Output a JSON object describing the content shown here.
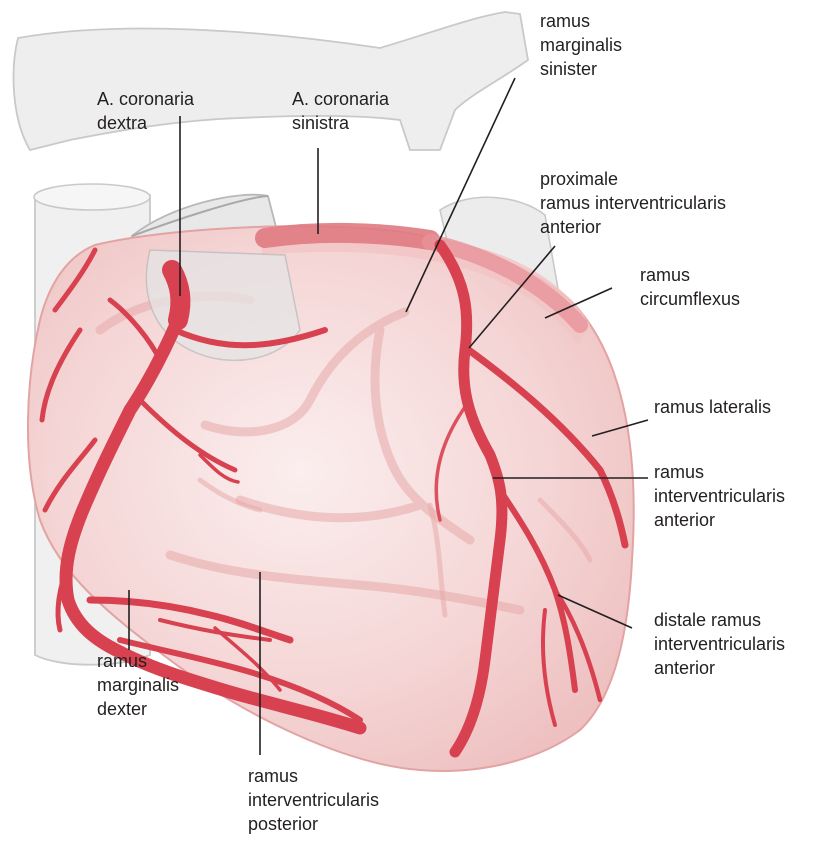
{
  "labels": {
    "a_coronaria_dextra": [
      "A. coronaria",
      "dextra"
    ],
    "a_coronaria_sinistra": [
      "A. coronaria",
      "sinistra"
    ],
    "ramus_marginalis_sinister": [
      "ramus",
      "marginalis",
      "sinister"
    ],
    "proximale_riva": [
      "proximale",
      "ramus interventricularis",
      "anterior"
    ],
    "ramus_circumflexus": [
      "ramus",
      "circumflexus"
    ],
    "ramus_lateralis": [
      "ramus lateralis"
    ],
    "ramus_interventricularis_anterior": [
      "ramus",
      "interventricularis",
      "anterior"
    ],
    "distale_riva": [
      "distale ramus",
      "interventricularis",
      "anterior"
    ],
    "ramus_marginalis_dexter": [
      "ramus",
      "marginalis",
      "dexter"
    ],
    "ramus_interventricularis_posterior": [
      "ramus",
      "interventricularis",
      "posterior"
    ]
  },
  "colors": {
    "artery": "#d8414f",
    "artery_dark": "#b52a3a",
    "heart_fill": "#f6d9d9",
    "heart_edge": "#e9a9a9",
    "vessel_grey": "#eeeeee",
    "vessel_outline": "#c9c9c9",
    "text": "#231f20"
  }
}
